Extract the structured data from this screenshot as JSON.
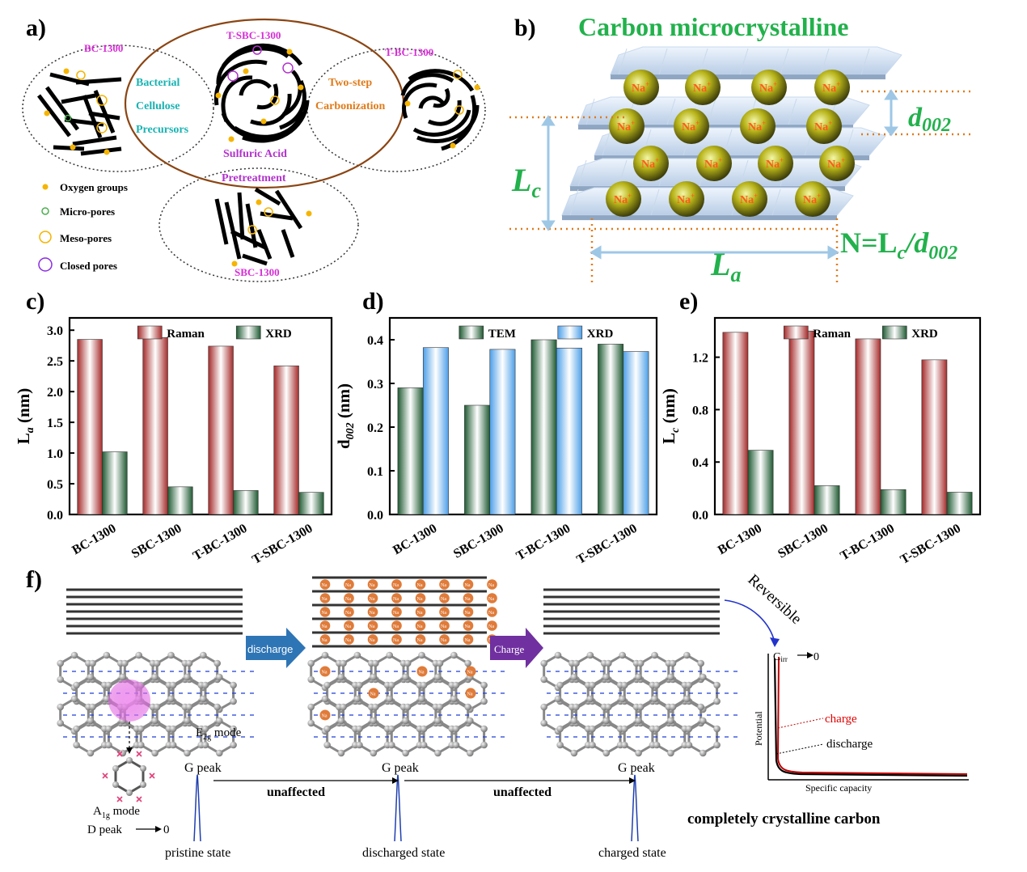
{
  "panel_labels": {
    "a": "a)",
    "b": "b)",
    "c": "c)",
    "d": "d)",
    "e": "e)",
    "f": "f)"
  },
  "panel_a": {
    "bc": "BC-1300",
    "tsbc": "T-SBC-1300",
    "tbc": "T-BC-1300",
    "sbc": "SBC-1300",
    "bacterial": "Bacterial",
    "cellulose": "Cellulose",
    "precursors": "Precursors",
    "two_step": "Two-step",
    "carbonization": "Carbonization",
    "sulfuric": "Sulfuric Acid",
    "pretreatment": "Pretreatment",
    "legend": [
      "Oxygen groups",
      "Micro-pores",
      "Meso-pores",
      "Closed pores"
    ],
    "colors": {
      "magenta": "#d62ed6",
      "cyan": "#19b3b3",
      "orange": "#e07b1a",
      "purple": "#b233cc",
      "brown": "#8b4513",
      "gold": "#f5b400"
    }
  },
  "panel_b": {
    "title": "Carbon microcrystalline",
    "ion": "Na",
    "ion_charge": "+",
    "d": "d",
    "d_sub": "002",
    "Lc": "L",
    "Lc_sub": "c",
    "La": "L",
    "La_sub": "a",
    "N_pre": "N=L",
    "N_c": "c",
    "N_slash": "/d",
    "N_002": "002",
    "color": "#22b14c"
  },
  "chart_data": [
    {
      "type": "bar",
      "panel": "c",
      "categories": [
        "BC-1300",
        "SBC-1300",
        "T-BC-1300",
        "T-SBC-1300"
      ],
      "series": [
        {
          "name": "Raman",
          "values": [
            2.85,
            2.88,
            2.74,
            2.42
          ]
        },
        {
          "name": "XRD",
          "values": [
            1.02,
            0.45,
            0.39,
            0.36
          ]
        }
      ],
      "ylabel": "L",
      "ylabel_sub": "a",
      "ylabel_unit": " (nm)",
      "ylim": [
        0,
        3.2
      ],
      "yticks": [
        "0.0",
        "0.5",
        "1.0",
        "1.5",
        "2.0",
        "2.5",
        "3.0"
      ],
      "ytick_values": [
        0,
        0.5,
        1.0,
        1.5,
        2.0,
        2.5,
        3.0
      ],
      "legend": "top"
    },
    {
      "type": "bar",
      "panel": "d",
      "categories": [
        "BC-1300",
        "SBC-1300",
        "T-BC-1300",
        "T-SBC-1300"
      ],
      "series": [
        {
          "name": "TEM",
          "values": [
            0.29,
            0.25,
            0.4,
            0.39
          ]
        },
        {
          "name": "XRD",
          "values": [
            0.382,
            0.378,
            0.381,
            0.373
          ]
        }
      ],
      "ylabel": "d",
      "ylabel_sub": "002",
      "ylabel_unit": " (nm)",
      "ylim": [
        0,
        0.45
      ],
      "yticks": [
        "0.0",
        "0.1",
        "0.2",
        "0.3",
        "0.4"
      ],
      "ytick_values": [
        0,
        0.1,
        0.2,
        0.3,
        0.4
      ],
      "legend": "top"
    },
    {
      "type": "bar",
      "panel": "e",
      "categories": [
        "BC-1300",
        "SBC-1300",
        "T-BC-1300",
        "T-SBC-1300"
      ],
      "series": [
        {
          "name": "Raman",
          "values": [
            1.39,
            1.4,
            1.34,
            1.18
          ]
        },
        {
          "name": "XRD",
          "values": [
            0.49,
            0.22,
            0.19,
            0.17
          ]
        }
      ],
      "ylabel": "L",
      "ylabel_sub": "c",
      "ylabel_unit": " (nm)",
      "ylim": [
        0,
        1.5
      ],
      "yticks": [
        "0.0",
        "0.4",
        "0.8",
        "1.2"
      ],
      "ytick_values": [
        0,
        0.4,
        0.8,
        1.2
      ],
      "legend": "top"
    }
  ],
  "panel_f": {
    "ion": "Na",
    "discharge": "discharge",
    "charge_arrow": "Charge",
    "reversible": "Reversible",
    "e2g_pre": "E",
    "e2g_sub": "2g",
    "e2g_post": " mode",
    "a1g_pre": "A",
    "a1g_sub": "1g",
    "a1g_post": " mode",
    "d_peak": "D peak",
    "zero": "0",
    "g_peak": "G peak",
    "unaffected": "unaffected",
    "states": [
      "pristine state",
      "discharged state",
      "charged state"
    ],
    "cirr_pre": "C",
    "cirr_sub": "irr",
    "inset_charge": "charge",
    "inset_discharge": "discharge",
    "potential": "Potential",
    "specific_capacity": "Specific capacity",
    "caption": "completely crystalline carbon",
    "colors": {
      "arrow_blue": "#2e75b6",
      "arrow_purple": "#7030a0",
      "na_orange": "#e07b39",
      "mode_blue": "#1f3fd8",
      "charge_red": "#e00000"
    }
  }
}
